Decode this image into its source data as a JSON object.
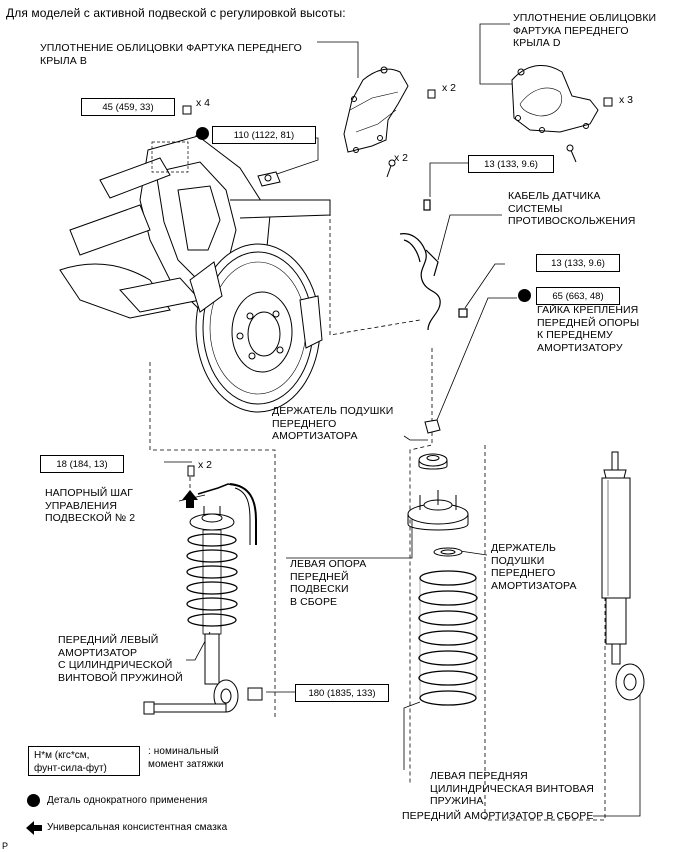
{
  "title": "Для моделей с активной подвеской с регулировкой высоты:",
  "labels": {
    "fender_seal_b": "УПЛОТНЕНИЕ ОБЛИЦОВКИ ФАРТУКА ПЕРЕДНЕГО\nКРЫЛА B",
    "fender_seal_d": "УПЛОТНЕНИЕ ОБЛИЦОВКИ\nФАРТУКА ПЕРЕДНЕГО\nКРЫЛА D",
    "sensor_cable": "КАБЕЛЬ ДАТЧИКА\nСИСТЕМЫ\nПРОТИВОСКОЛЬЖЕНИЯ",
    "upper_nut": "ГАЙКА КРЕПЛЕНИЯ\nПЕРЕДНЕЙ ОПОРЫ\nК ПЕРЕДНЕМУ\nАМОРТИЗАТОРУ",
    "cushion_holder_top": "ДЕРЖАТЕЛЬ ПОДУШКИ\nПЕРЕДНЕГО\nАМОРТИЗАТОРА",
    "pressure_step": "НАПОРНЫЙ ШАГ\nУПРАВЛЕНИЯ\nПОДВЕСКОЙ № 2",
    "support_assy": "ЛЕВАЯ ОПОРА\nПЕРЕДНЕЙ\nПОДВЕСКИ\nВ СБОРЕ",
    "cushion_holder_mid": "ДЕРЖАТЕЛЬ\nПОДУШКИ\nПЕРЕДНЕГО\nАМОРТИЗАТОРА",
    "shock_with_spring": "ПЕРЕДНИЙ ЛЕВЫЙ\nАМОРТИЗАТОР\nС ЦИЛИНДРИЧЕСКОЙ\nВИНТОВОЙ ПРУЖИНОЙ",
    "coil_spring": "ЛЕВАЯ ПЕРЕДНЯЯ\nЦИЛИНДРИЧЕСКАЯ ВИНТОВАЯ\nПРУЖИНА",
    "shock_assy": "ПЕРЕДНИЙ АМОРТИЗАТОР В СБОРЕ"
  },
  "torques": {
    "t45": "45 (459, 33)",
    "t110": "110 (1122, 81)",
    "t13a": "13 (133, 9.6)",
    "t13b": "13 (133, 9.6)",
    "t65": "65 (663, 48)",
    "t18": "18 (184, 13)",
    "t180": "180 (1835, 133)"
  },
  "multipliers": {
    "x2_seal_b_top": "x 2",
    "x2_seal_b_bottom": "x 2",
    "x3_seal_d": "x 3",
    "x4": "x 4",
    "x2_nut": "x 2"
  },
  "legend": {
    "unit_box": "Н*м (кгс*см,\nфунт-сила-фут)",
    "unit_desc": ": номинальный\nмомент затяжки",
    "non_reusable": "Деталь однократного применения",
    "grease": "Универсальная консистентная смазка"
  },
  "footer_code": "P"
}
